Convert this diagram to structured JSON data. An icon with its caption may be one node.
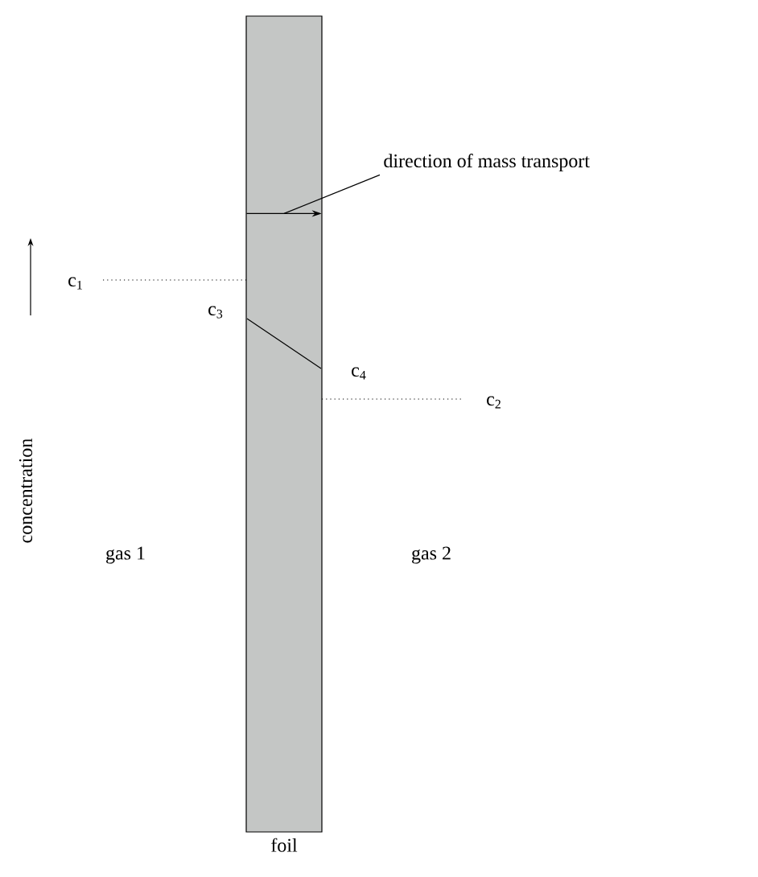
{
  "diagram": {
    "nodes": [
      {
        "text": [
          "foil"
        ]
      },
      {
        "text": [
          "direction of mass transport"
        ]
      },
      {
        "text": [],
        "shape": "arrow",
        "in": 0
      }
    ],
    "edges": [
      {
        "from": 1,
        "to": 2,
        "arrow": "none"
      }
    ],
    "labels": [
      "c$_{1}$",
      "c$_{3}$",
      "c$_{4}$",
      "c$_{2}$",
      "concentration",
      "gas 1",
      "gas 2"
    ]
  }
}
